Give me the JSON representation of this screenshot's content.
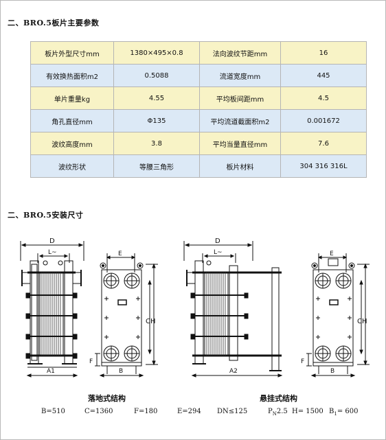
{
  "section1_title": "二、BRO.5板片主要参数",
  "section2_title": "二、BRO.5安装尺寸",
  "params": [
    [
      "板片外型尺寸mm",
      "1380×495×0.8",
      "法向波纹节距mm",
      "16"
    ],
    [
      "有效换热面积m2",
      "0.5088",
      "流道宽度mm",
      "445"
    ],
    [
      "单片重量kg",
      "4.55",
      "平均板间距mm",
      "4.5"
    ],
    [
      "角孔直径mm",
      "Φ135",
      "平均流道截面积m2",
      "0.001672"
    ],
    [
      "波纹高度mm",
      "3.8",
      "平均当量直径mm",
      "7.6"
    ],
    [
      "波纹形状",
      "等腰三角形",
      "板片材料",
      "304 316 316L"
    ]
  ],
  "drawing_labels": {
    "d": "D",
    "l": "L~",
    "e": "E",
    "ch": "CH",
    "f": "F",
    "a1": "A1",
    "a2": "A2",
    "b": "B"
  },
  "captions": {
    "floor": "落地式结构",
    "hanging": "悬挂式结构"
  },
  "specs": {
    "b": "B=510",
    "c": "C=1360",
    "f": "F=180",
    "e": "E=294",
    "dn": "DN≤125",
    "pn_prefix": "P",
    "pn_sub": "N",
    "pn_value": "2.5",
    "h": "H= 1500",
    "b1_prefix": "B",
    "b1_sub": "1",
    "b1_value": "= 600"
  }
}
